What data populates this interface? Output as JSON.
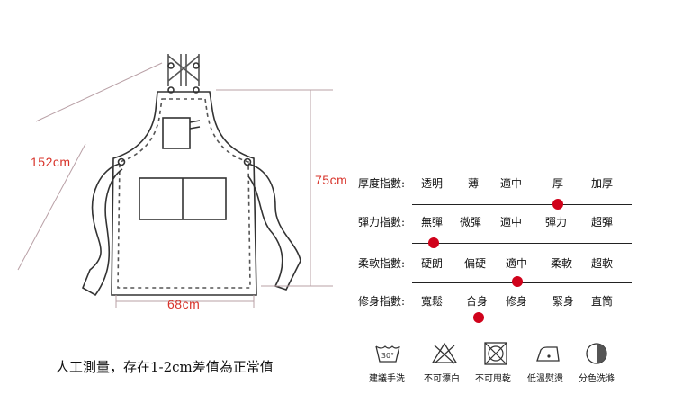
{
  "dimensions": {
    "length_label": "152cm",
    "height_label": "75cm",
    "width_label": "68cm"
  },
  "scales": [
    {
      "label": "厚度指數:",
      "options": [
        "透明",
        "薄",
        "適中",
        "厚",
        "加厚"
      ],
      "selected_index": 3
    },
    {
      "label": "彈力指數:",
      "options": [
        "無彈",
        "微彈",
        "適中",
        "彈力",
        "超彈"
      ],
      "selected_index": 0
    },
    {
      "label": "柔軟指數:",
      "options": [
        "硬朗",
        "偏硬",
        "適中",
        "柔軟",
        "超軟"
      ],
      "selected_index": 2
    },
    {
      "label": "修身指數:",
      "options": [
        "寬鬆",
        "合身",
        "修身",
        "緊身",
        "直筒"
      ],
      "selected_index": 1
    }
  ],
  "note": "人工測量，存在1-2cm差值為正常值",
  "care": [
    {
      "icon": "wash-30-icon",
      "label": "建議手洗"
    },
    {
      "icon": "no-bleach-icon",
      "label": "不可漂白"
    },
    {
      "icon": "no-tumble-dry-icon",
      "label": "不可甩乾"
    },
    {
      "icon": "iron-low-icon",
      "label": "低溫熨燙"
    },
    {
      "icon": "separate-wash-icon",
      "label": "分色洗滌"
    }
  ],
  "colors": {
    "accent": "#d0021b",
    "dimension_text": "#d8342b",
    "line": "#222222"
  }
}
